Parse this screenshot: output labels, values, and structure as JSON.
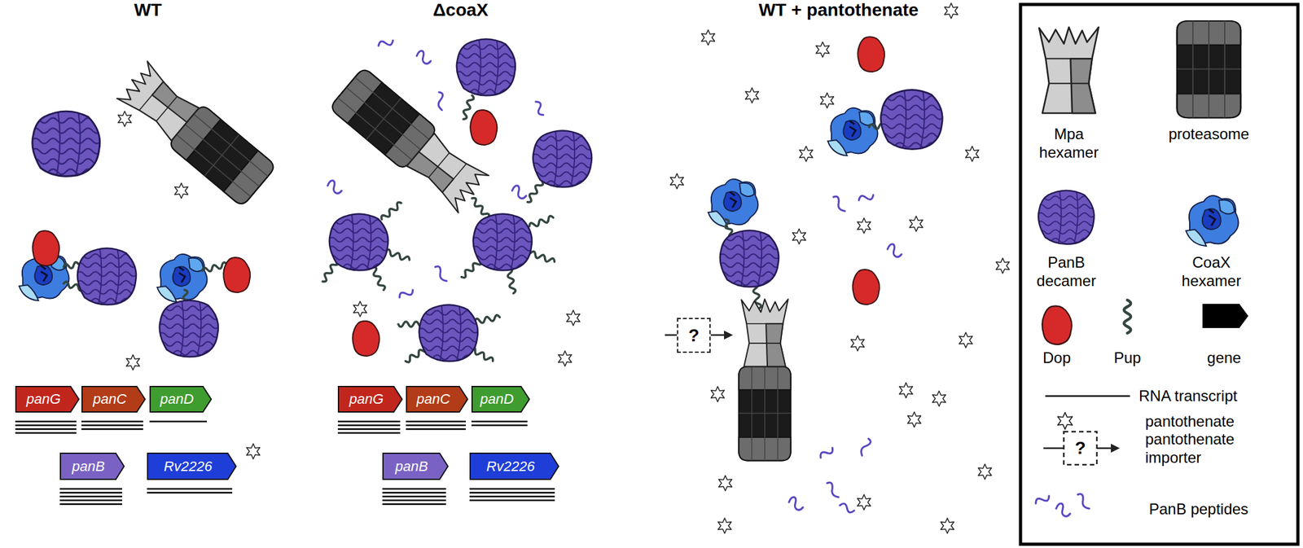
{
  "diagram": {
    "nodes": [
      {
        "text": [
          "WT"
        ]
      },
      {
        "text": [
          "panG"
        ],
        "in": 0
      },
      {
        "text": [
          "panC"
        ],
        "in": 0
      },
      {
        "text": [
          "panD"
        ],
        "in": 0
      },
      {
        "text": [
          "panB"
        ],
        "in": 0
      },
      {
        "text": [
          "Rv2226"
        ],
        "in": 0
      },
      {
        "text": [
          "ΔcoaX"
        ]
      },
      {
        "text": [
          "panG"
        ],
        "in": 6
      },
      {
        "text": [
          "panC"
        ],
        "in": 6
      },
      {
        "text": [
          "panD"
        ],
        "in": 6
      },
      {
        "text": [
          "panB"
        ],
        "in": 6
      },
      {
        "text": [
          "Rv2226"
        ],
        "in": 6
      },
      {
        "text": [
          "WT + pantothenate"
        ]
      },
      {
        "text": [
          "?"
        ],
        "in": 12
      }
    ],
    "labels": [
      "?"
    ],
    "legend": [
      {
        "text": "Mpa hexamer"
      },
      {
        "text": "proteasome"
      },
      {
        "text": "PanB decamer"
      },
      {
        "text": "CoaX hexamer"
      },
      {
        "text": "Dop"
      },
      {
        "text": "Pup"
      },
      {
        "text": "gene"
      },
      {
        "text": "RNA transcript"
      },
      {
        "text": "pantothenate"
      },
      {
        "text": "pantothenate importer"
      },
      {
        "text": "PanB peptides"
      }
    ]
  }
}
